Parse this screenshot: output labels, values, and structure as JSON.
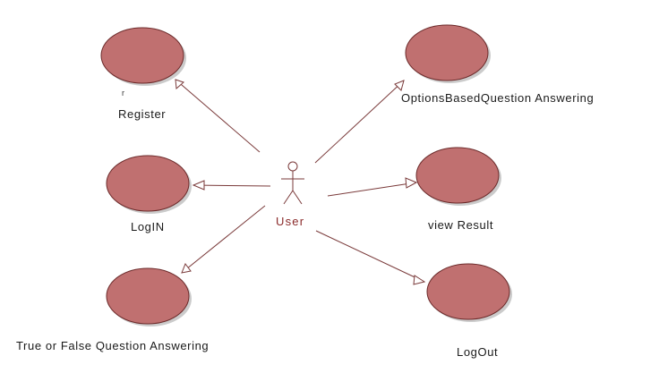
{
  "actor": {
    "label": "User"
  },
  "use_cases": {
    "register": "Register",
    "login": "LogIN",
    "true_false": "True or False Question Answering",
    "options_based": "OptionsBasedQuestion Answering",
    "view_result": "view Result",
    "logout": "LogOut"
  },
  "stray_mark": "r",
  "colors": {
    "ellipse_fill": "#c07070",
    "ellipse_stroke": "#6b2a2a",
    "line": "#7a3a3a",
    "actor_label": "#8a2a2a"
  }
}
